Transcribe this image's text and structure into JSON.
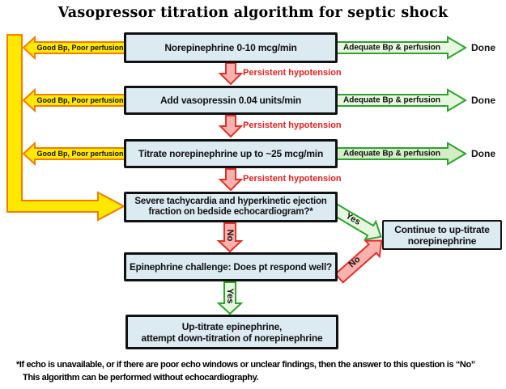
{
  "title": "Vasopressor titration algorithm for septic shock",
  "flow": {
    "rows": [
      {
        "box": "Norepinephrine 0-10 mcg/min",
        "left_label": "Good Bp, Poor perfusion",
        "right_label": "Adequate Bp & perfusion",
        "done": "Done",
        "down_label": "Persistent hypotension"
      },
      {
        "box": "Add vasopressin 0.04 units/min",
        "left_label": "Good Bp, Poor perfusion",
        "right_label": "Adequate Bp & perfusion",
        "done": "Done",
        "down_label": "Persistent hypotension"
      },
      {
        "box": "Titrate norepinephrine up to ~25 mcg/min",
        "left_label": "Good Bp, Poor perfusion",
        "right_label": "Adequate Bp & perfusion",
        "done": "Done",
        "down_label": "Persistent hypotension"
      }
    ],
    "echo_box": {
      "line1": "Severe tachycardia and hyperkinetic ejection",
      "line2": "fraction on bedside echocardiogram?*"
    },
    "continue_box": {
      "line1": "Continue to up-titrate",
      "line2": "norepinephrine"
    },
    "epi_box": "Epinephrine challenge: Does pt respond well?",
    "final_box": {
      "line1": "Up-titrate epinephrine,",
      "line2": "attempt down-titration of norepinephrine"
    },
    "labels": {
      "yes": "Yes",
      "no": "No"
    },
    "footnote": {
      "line1": "*If echo is unavailable, or if there are poor echo windows or unclear findings, then the answer to this question is “No”",
      "line2": "This algorithm can be performed without echocardiography."
    }
  },
  "colors": {
    "yellow_fill": "#ffe800",
    "yellow_border": "#f07d00",
    "green_fill": "#e7f6df",
    "green_fill2": "#d4edc6",
    "green_border": "#2da32d",
    "red_fill": "#f8b2ae",
    "red_border": "#e03127",
    "box_fill": "#dceaf2",
    "box_border": "#111111",
    "red_text": "#e01f1f"
  }
}
